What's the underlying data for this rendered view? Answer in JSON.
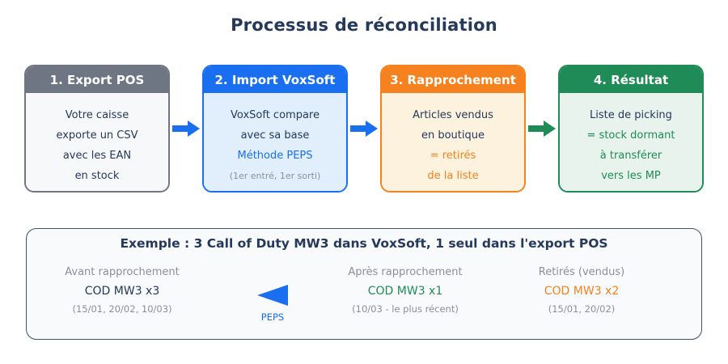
{
  "title": "Processus de réconciliation",
  "steps": [
    {
      "header": "1. Export POS",
      "lines": [
        "Votre caisse",
        "exporte un CSV",
        "avec les EAN",
        "en stock"
      ]
    },
    {
      "header": "2. Import VoxSoft",
      "lines": [
        "VoxSoft compare",
        "avec sa base",
        "Méthode PEPS",
        "(1er entré, 1er sorti)"
      ]
    },
    {
      "header": "3. Rapprochement",
      "lines": [
        "Articles vendus",
        "en boutique",
        "= retirés",
        "de la liste"
      ]
    },
    {
      "header": "4. Résultat",
      "lines": [
        "Liste de picking",
        "= stock dormant",
        "à transférer",
        "vers les MP"
      ]
    }
  ],
  "example": {
    "title": "Exemple : 3 Call of Duty MW3 dans VoxSoft, 1 seul dans l'export POS",
    "columns": [
      {
        "label": "Avant rapprochement",
        "value": "COD MW3 x3",
        "detail": "(15/01, 20/02, 10/03)"
      },
      {
        "label": "Après rapprochement",
        "value": "COD MW3 x1",
        "detail": "(10/03 - le plus récent)"
      },
      {
        "label": "Retirés (vendus)",
        "value": "COD MW3 x2",
        "detail": "(15/01, 20/02)"
      }
    ],
    "arrow_label": "PEPS"
  },
  "colors": {
    "navy": "#25395c",
    "gray_header": "#6e7683",
    "blue": "#1a6ff0",
    "orange": "#f5821e",
    "green": "#1f8b57",
    "muted": "#8a909a",
    "body_gray_bg": "#f7f8f9",
    "body_blue_bg": "#e1effc",
    "body_orange_bg": "#fdf2de",
    "body_green_bg": "#e7f3ec",
    "panel_bg": "#f8fafb",
    "panel_border": "#46505e"
  }
}
